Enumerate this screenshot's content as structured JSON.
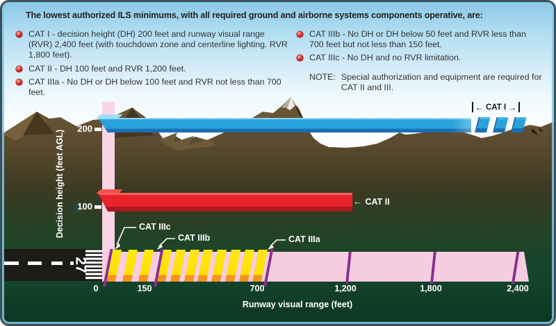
{
  "panel": {
    "title": "The lowest authorized ILS minimums, with all required ground and airborne systems components operative, are:",
    "bullets_left": [
      {
        "text": "CAT I - decision height (DH) 200 feet and runway visual range (RVR) 2,400 feet (with touchdown zone and centerline lighting. RVR 1,800 feet)."
      },
      {
        "text": "CAT II - DH 100 feet and RVR 1,200 feet."
      },
      {
        "text": "CAT IIIa - No DH or DH below 100 feet and RVR not less than 700 feet."
      }
    ],
    "bullets_right": [
      {
        "text": "CAT IIIb - No DH or DH below 50 feet and RVR less than 700 feet but not less than 150 feet."
      },
      {
        "text": "CAT IIIc - No DH and no RVR limitation."
      }
    ],
    "note_label": "NOTE:",
    "note_text": "Special authorization and equipment are required for CAT II and III."
  },
  "diagram": {
    "y_axis": {
      "label": "Decision height (feet AGL)",
      "ticks": [
        "200",
        "100"
      ]
    },
    "x_axis": {
      "label": "Runway visual range (feet)",
      "ticks": [
        "0",
        "150",
        "700",
        "1,200",
        "1,800",
        "2,400"
      ]
    },
    "runway_number": "27",
    "labels": {
      "cat1": "CAT I",
      "cat2": "CAT II",
      "cat3a": "CAT IIIa",
      "cat3b": "CAT IIIb",
      "cat3c": "CAT IIIc"
    }
  },
  "icons": {
    "arrow_left": "←",
    "arrow_right": "→"
  },
  "colors": {
    "cat1_blue": "#2AA3DC",
    "cat2_red": "#E8232B",
    "cat3_yellow": "#FFDF00",
    "stripe_orange": "#F6921E",
    "divider_purple": "#8B2F8F",
    "rvr_pink": "#F6CDE0",
    "panel_blue": "#8CC7E6",
    "ground_green": "#16462C",
    "mountain_brown": "#5A4A2E"
  },
  "chart_data": {
    "type": "bar",
    "title": "Lowest authorized ILS minimums by category",
    "x_axis": {
      "label": "Runway visual range (feet)",
      "ticks": [
        0,
        150,
        700,
        1200,
        1800,
        2400
      ]
    },
    "y_axis": {
      "label": "Decision height (feet AGL)",
      "ticks": [
        100,
        200
      ]
    },
    "series": [
      {
        "name": "CAT I",
        "decision_height_ft": 200,
        "rvr_ft": 2400,
        "rvr_with_tdz_cl_lighting_ft": 1800
      },
      {
        "name": "CAT II",
        "decision_height_ft": 100,
        "rvr_ft": 1200
      },
      {
        "name": "CAT IIIa",
        "decision_height_ft": 0,
        "rvr_min_ft": 700
      },
      {
        "name": "CAT IIIb",
        "decision_height_ft": 0,
        "rvr_min_ft": 150,
        "rvr_max_ft": 700
      },
      {
        "name": "CAT IIIc",
        "decision_height_ft": 0,
        "rvr_min_ft": 0
      }
    ]
  }
}
